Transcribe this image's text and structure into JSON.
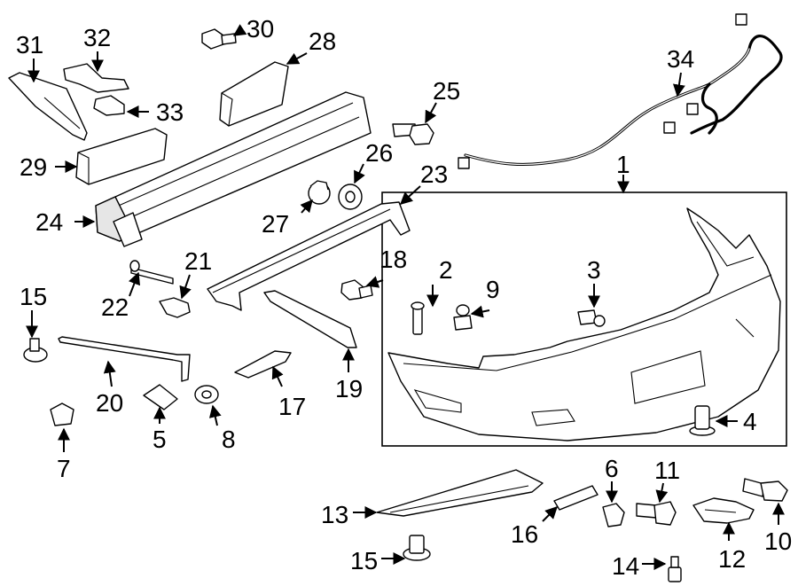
{
  "callouts": {
    "c1": "1",
    "c2": "2",
    "c3": "3",
    "c4": "4",
    "c5": "5",
    "c6": "6",
    "c7": "7",
    "c8": "8",
    "c9": "9",
    "c10": "10",
    "c11": "11",
    "c12": "12",
    "c13": "13",
    "c14": "14",
    "c15a": "15",
    "c15b": "15",
    "c16": "16",
    "c17": "17",
    "c18": "18",
    "c19": "19",
    "c20": "20",
    "c21": "21",
    "c22": "22",
    "c23": "23",
    "c24": "24",
    "c25": "25",
    "c26": "26",
    "c27": "27",
    "c28": "28",
    "c29": "29",
    "c30": "30",
    "c31": "31",
    "c32": "32",
    "c33": "33",
    "c34": "34"
  }
}
